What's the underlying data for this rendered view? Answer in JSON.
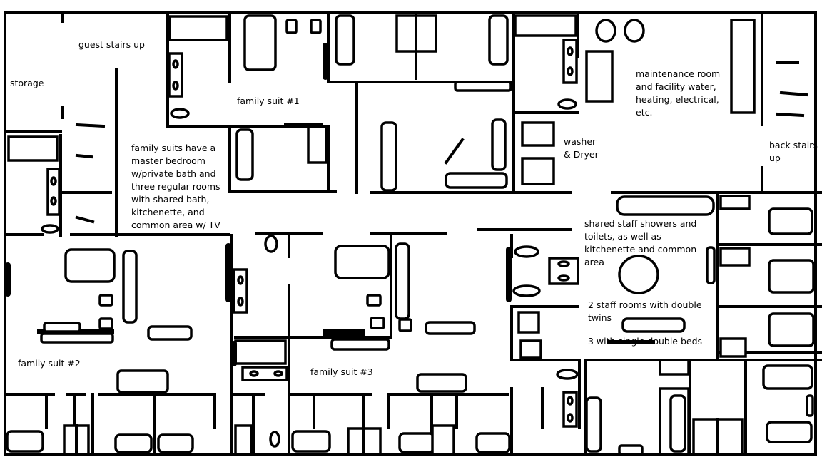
{
  "labels": {
    "guest_stairs": "guest stairs up",
    "storage": "storage",
    "family_suite_1": "family suit #1",
    "family_suite_note": "family suits have a\nmaster bedroom\nw/private bath and\nthree regular rooms\nwith shared bath,\nkitchenette, and\ncommon area w/ TV",
    "maintenance": "maintenance room\nand facility water,\nheating, electrical,\netc.",
    "washer_dryer": "washer\n& Dryer",
    "back_stairs": "back stairs\nup",
    "staff_shared": "shared staff showers and\ntoilets, as well as\nkitchenette and common\narea",
    "staff_rooms_twins": "2 staff rooms with double\ntwins",
    "staff_rooms_single": "3 with single double beds",
    "family_suite_2": "family suit #2",
    "family_suite_3": "family suit #3"
  }
}
